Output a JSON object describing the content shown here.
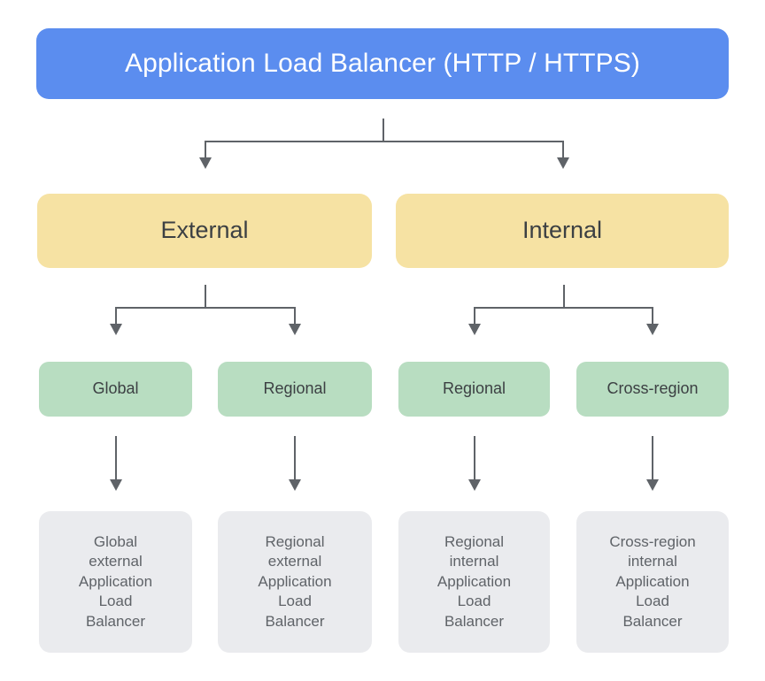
{
  "diagram": {
    "title": "Application Load Balancer (HTTP / HTTPS)",
    "root": {
      "label": "Application Load Balancer (HTTP / HTTPS)",
      "color": "#5b8def",
      "text_color": "#ffffff"
    },
    "categories": [
      {
        "label": "External",
        "color": "#f6e2a3",
        "text_color": "#3c4043"
      },
      {
        "label": "Internal",
        "color": "#f6e2a3",
        "text_color": "#3c4043"
      }
    ],
    "scopes": [
      {
        "label": "Global",
        "parent": "External",
        "color": "#b8ddc1",
        "text_color": "#3c4043"
      },
      {
        "label": "Regional",
        "parent": "External",
        "color": "#b8ddc1",
        "text_color": "#3c4043"
      },
      {
        "label": "Regional",
        "parent": "Internal",
        "color": "#b8ddc1",
        "text_color": "#3c4043"
      },
      {
        "label": "Cross-region",
        "parent": "Internal",
        "color": "#b8ddc1",
        "text_color": "#3c4043"
      }
    ],
    "products": [
      {
        "label": "Global\nexternal\nApplication\nLoad\nBalancer",
        "color": "#eaebee",
        "text_color": "#5f6368"
      },
      {
        "label": "Regional\nexternal\nApplication\nLoad\nBalancer",
        "color": "#eaebee",
        "text_color": "#5f6368"
      },
      {
        "label": "Regional\ninternal\nApplication\nLoad\nBalancer",
        "color": "#eaebee",
        "text_color": "#5f6368"
      },
      {
        "label": "Cross-region\ninternal\nApplication\nLoad\nBalancer",
        "color": "#eaebee",
        "text_color": "#5f6368"
      }
    ],
    "connector_color": "#5f6368"
  }
}
